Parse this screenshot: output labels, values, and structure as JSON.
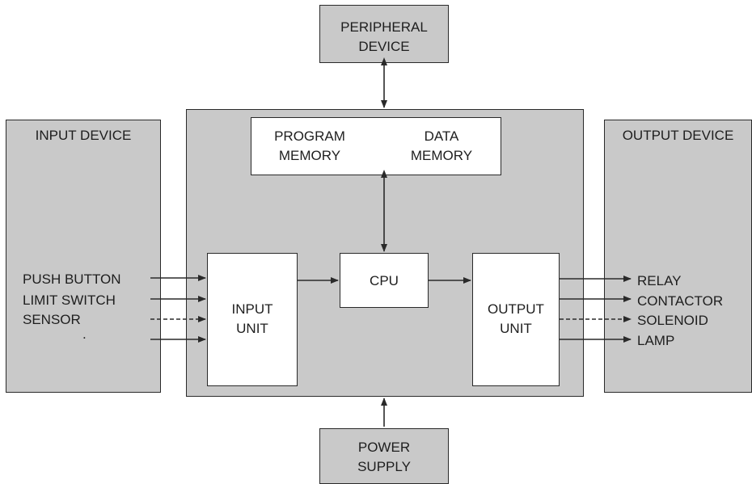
{
  "diagram": {
    "peripheral": [
      "PERIPHERAL",
      "DEVICE"
    ],
    "input_device": "INPUT DEVICE",
    "output_device": "OUTPUT DEVICE",
    "program_memory": [
      "PROGRAM",
      "MEMORY"
    ],
    "data_memory": [
      "DATA",
      "MEMORY"
    ],
    "cpu": "CPU",
    "input_unit": [
      "INPUT",
      "UNIT"
    ],
    "output_unit": [
      "OUTPUT",
      "UNIT"
    ],
    "power_supply": [
      "POWER",
      "SUPPLY"
    ],
    "inputs": [
      "PUSH BUTTON",
      "LIMIT SWITCH",
      "SENSOR",
      "."
    ],
    "outputs": [
      "RELAY",
      "CONTACTOR",
      "SOLENOID",
      "LAMP"
    ]
  },
  "colors": {
    "box_fill": "#c9c9c9",
    "line": "#2a2a2a"
  }
}
